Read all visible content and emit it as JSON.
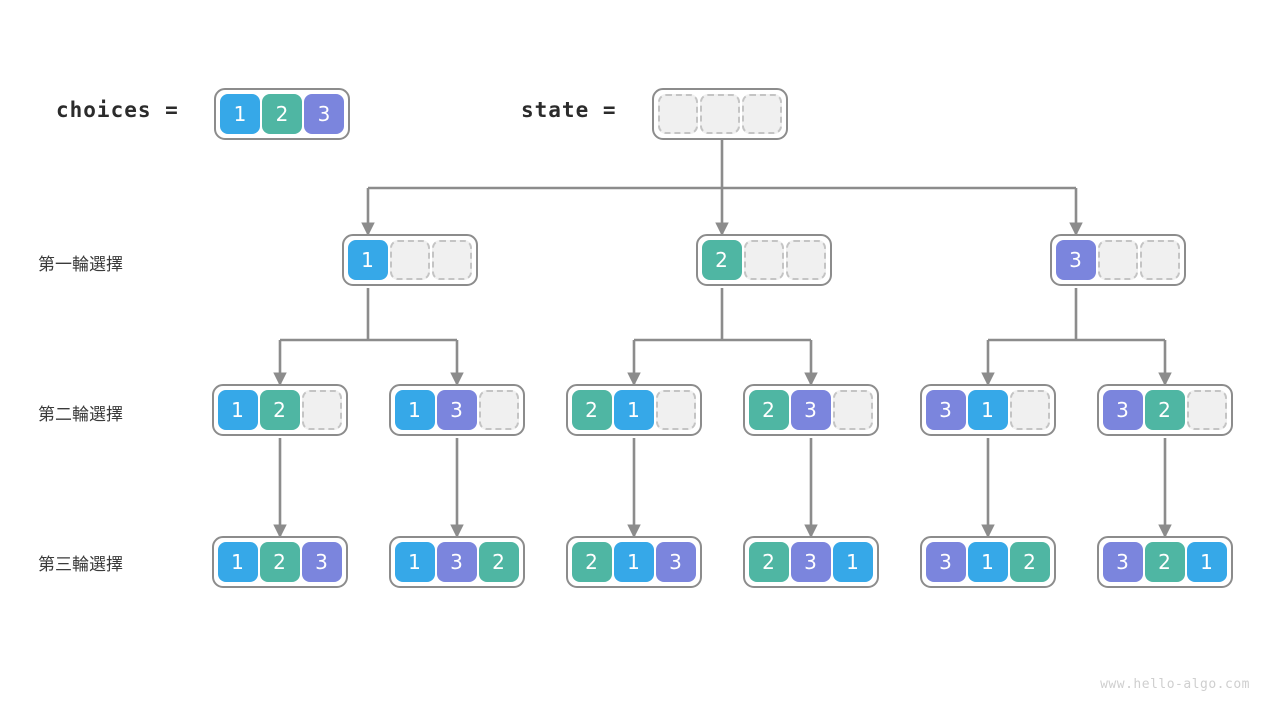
{
  "header": {
    "choices_label": "choices =",
    "state_label": "state =",
    "choices_values": [
      "1",
      "2",
      "3"
    ],
    "state_values": [
      "",
      "",
      ""
    ]
  },
  "colors": {
    "value_1": "#36a8e8",
    "value_2": "#4fb6a3",
    "value_3": "#7b85dd",
    "empty_fill": "#f0f0f0",
    "empty_border": "#c4c4c4",
    "box_border": "#8c8c8c",
    "connector": "#8c8c8c",
    "text": "#3a3a3a",
    "watermark": "#cfcfcf"
  },
  "rows": [
    {
      "label": "第一輪選擇",
      "name": "round-1",
      "nodes": [
        {
          "cells": [
            "1",
            "",
            ""
          ]
        },
        {
          "cells": [
            "2",
            "",
            ""
          ]
        },
        {
          "cells": [
            "3",
            "",
            ""
          ]
        }
      ]
    },
    {
      "label": "第二輪選擇",
      "name": "round-2",
      "nodes": [
        {
          "cells": [
            "1",
            "2",
            ""
          ]
        },
        {
          "cells": [
            "1",
            "3",
            ""
          ]
        },
        {
          "cells": [
            "2",
            "1",
            ""
          ]
        },
        {
          "cells": [
            "2",
            "3",
            ""
          ]
        },
        {
          "cells": [
            "3",
            "1",
            ""
          ]
        },
        {
          "cells": [
            "3",
            "2",
            ""
          ]
        }
      ]
    },
    {
      "label": "第三輪選擇",
      "name": "round-3",
      "nodes": [
        {
          "cells": [
            "1",
            "2",
            "3"
          ]
        },
        {
          "cells": [
            "1",
            "3",
            "2"
          ]
        },
        {
          "cells": [
            "2",
            "1",
            "3"
          ]
        },
        {
          "cells": [
            "2",
            "3",
            "1"
          ]
        },
        {
          "cells": [
            "3",
            "1",
            "2"
          ]
        },
        {
          "cells": [
            "3",
            "2",
            "1"
          ]
        }
      ]
    }
  ],
  "watermark": "www.hello-algo.com"
}
